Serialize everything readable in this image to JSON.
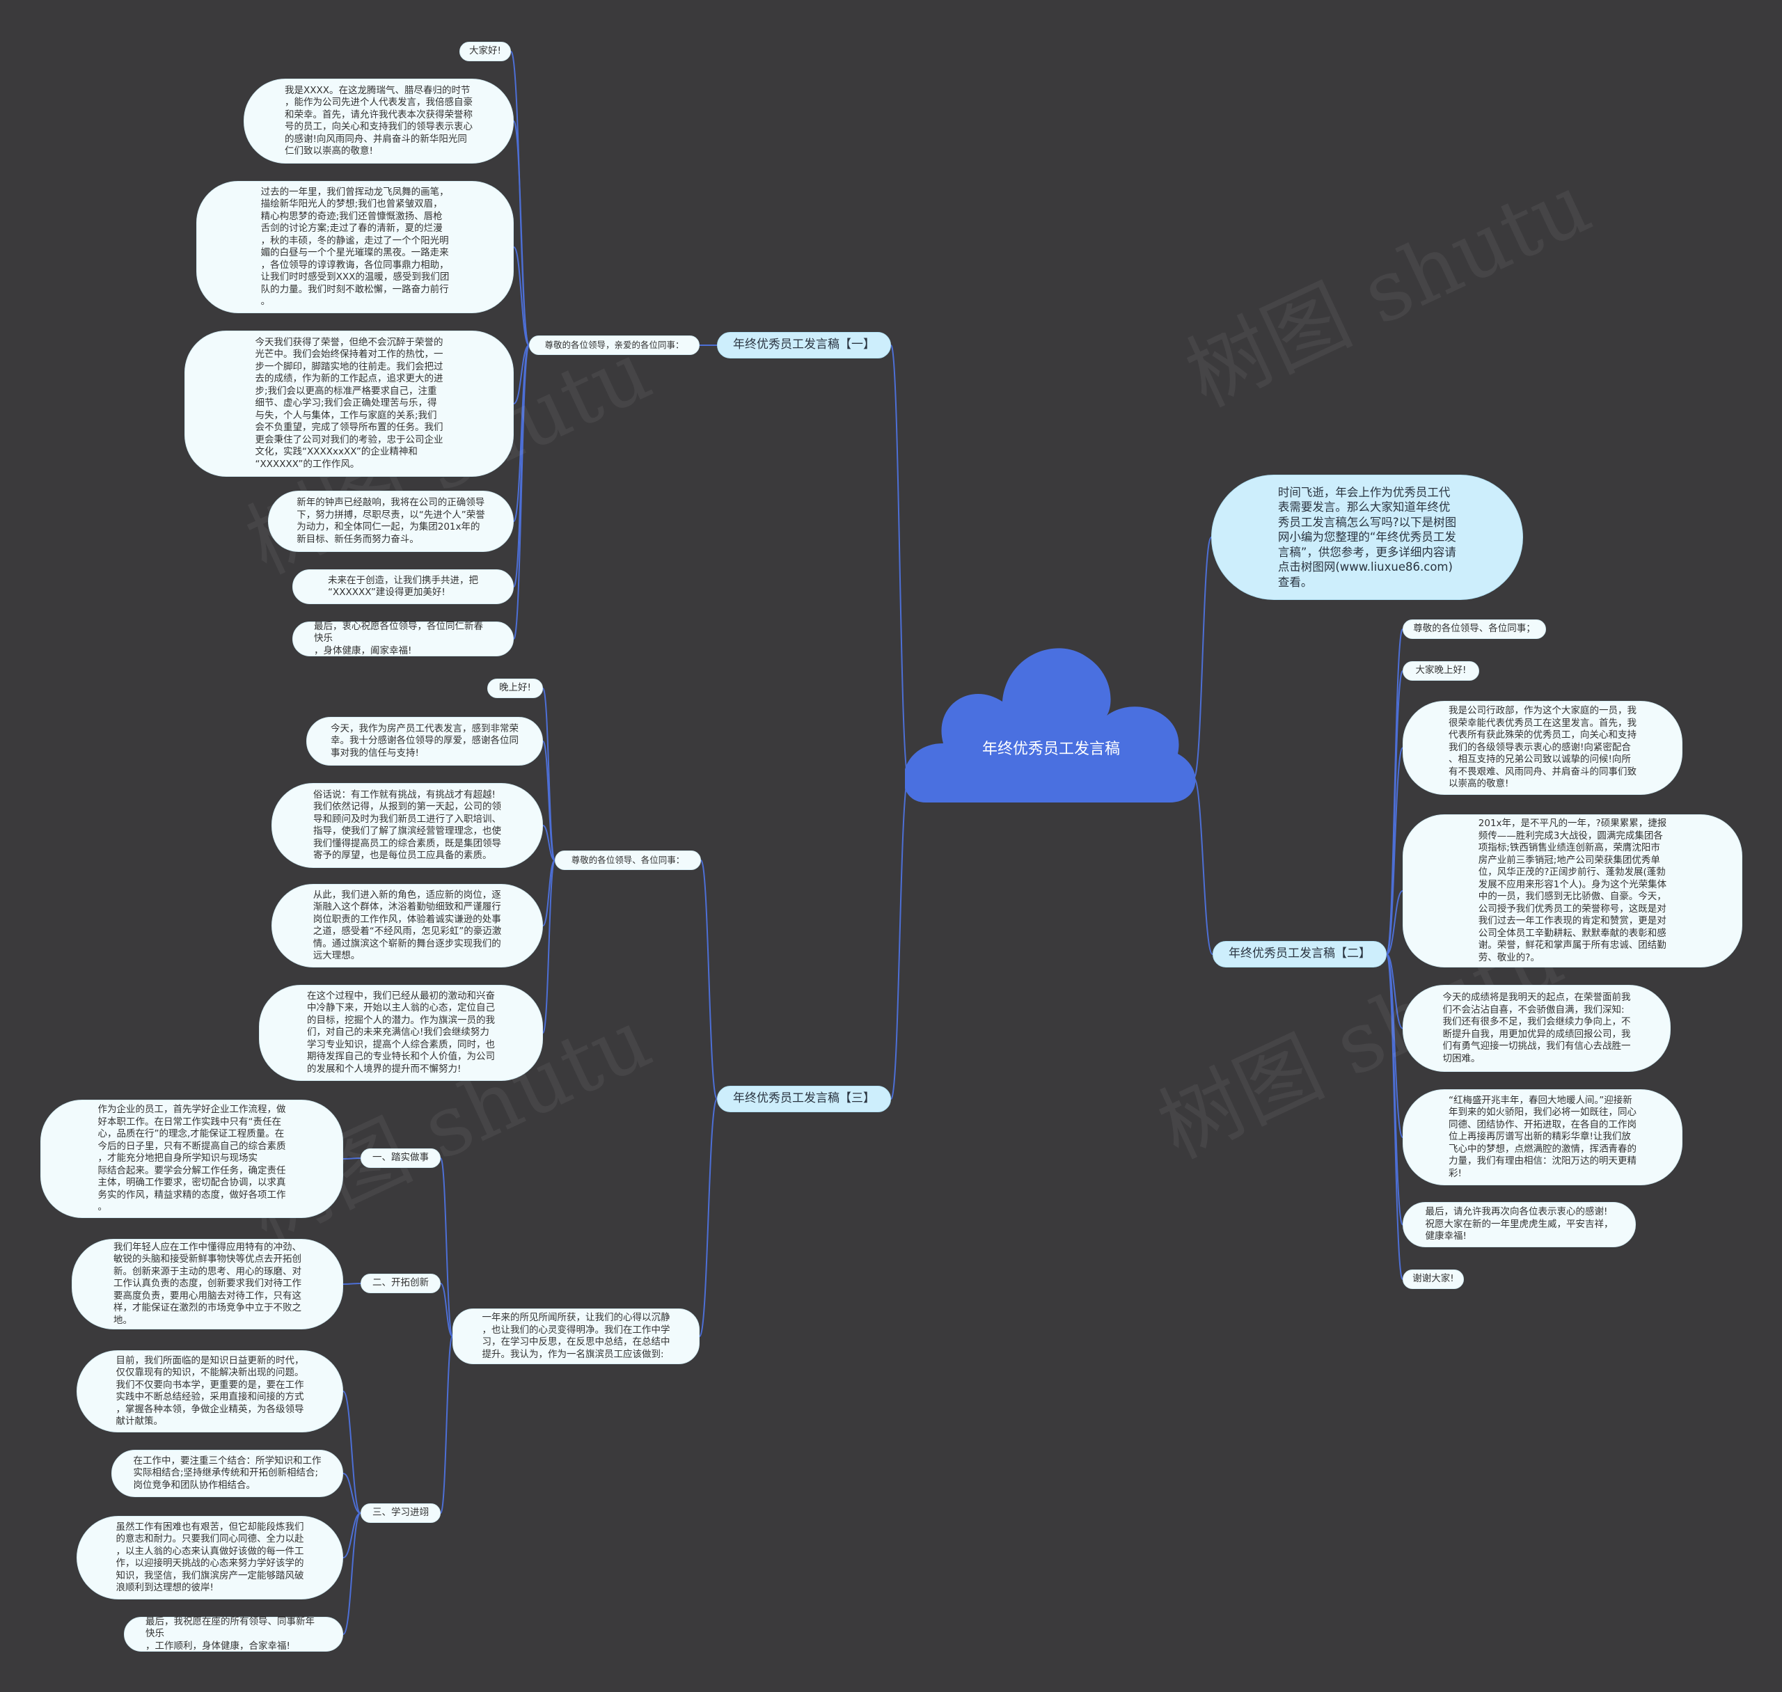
{
  "center": {
    "title": "年终优秀员工发言稿",
    "color": "#4a70e0"
  },
  "intro": "时间飞逝，年会上作为优秀员工代\n表需要发言。那么大家知道年终优\n秀员工发言稿怎么写吗?以下是树图\n网小编为您整理的“年终优秀员工发\n言稿”，供您参考，更多详细内容请\n点击树图网(www.liuxue86.com)\n查看。",
  "watermark": "树图 shutu",
  "edge_color": "#4d6fd6",
  "branch1": {
    "title": "年终优秀员工发言稿【一】",
    "sub": "尊敬的各位领导，亲爱的各位同事：",
    "leaves": [
      "大家好!",
      "我是XXXX。在这龙腾瑞气、腊尽春归的时节\n，能作为公司先进个人代表发言，我倍感自豪\n和荣幸。首先，请允许我代表本次获得荣誉称\n号的员工，向关心和支持我们的领导表示衷心\n的感谢!向风雨同舟、并肩奋斗的新华阳光同\n仁们致以崇高的敬意!",
      "过去的一年里，我们曾挥动龙飞凤舞的画笔，\n描绘新华阳光人的梦想;我们也曾紧皱双眉，\n精心构思梦的奇迹;我们还曾慷慨激扬、唇枪\n舌剑的讨论方案;走过了春的清新，夏的烂漫\n，秋的丰硕，冬的静谧，走过了一个个阳光明\n媚的白昼与一个个星光璀璨的黑夜。一路走来\n，各位领导的谆谆教诲，各位同事鼎力相助，\n让我们时时感受到XXX的温暖，感受到我们团\n队的力量。我们时刻不敢松懈，一路奋力前行\n。",
      "今天我们获得了荣誉，但绝不会沉醉于荣誉的\n光芒中。我们会始终保持着对工作的热忱，一\n步一个脚印，脚踏实地的往前走。我们会把过\n去的成绩，作为新的工作起点，追求更大的进\n步;我们会以更高的标准严格要求自己，注重\n细节、虚心学习;我们会正确处理苦与乐，得\n与失，个人与集体，工作与家庭的关系;我们\n会不负重望，完成了领导所布置的任务。我们\n更会秉住了公司对我们的考验，忠于公司企业\n文化，实践“XXXXxxXX”的企业精神和\n“XXXXXX”的工作作风。",
      "新年的钟声已经敲响，我将在公司的正确领导\n下，努力拼搏，尽职尽责，以“先进个人”荣誉\n为动力，和全体同仁一起，为集团201x年的\n新目标、新任务而努力奋斗。",
      "未来在于创造，让我们携手共进，把\n“XXXXXX”建设得更加美好!",
      "最后，衷心祝愿各位领导，各位同仁新春快乐\n，身体健康，阖家幸福!"
    ]
  },
  "branch2": {
    "title": "年终优秀员工发言稿【二】",
    "leaves": [
      "尊敬的各位领导、各位同事；",
      "大家晚上好!",
      "我是公司行政部，作为这个大家庭的一员，我\n很荣幸能代表优秀员工在这里发言。首先，我\n代表所有获此殊荣的优秀员工，向关心和支持\n我们的各级领导表示衷心的感谢!向紧密配合\n、相互支持的兄弟公司致以诚挚的问候!向所\n有不畏艰难、风雨同舟、并肩奋斗的同事们致\n以崇高的敬意!",
      "201x年，是不平凡的一年，?硕果累累，捷报\n频传——胜利完成3大战役，圆满完成集团各\n项指标;铁西销售业绩连创新高，荣膺沈阳市\n房产业前三季销冠;地产公司荣获集团优秀单\n位，风华正茂的?正阔步前行、蓬勃发展(蓬勃\n发展不应用来形容1个人)。身为这个光荣集体\n中的一员，我们感到无比骄傲、自豪。今天，\n公司授予我们优秀员工的荣誉称号，这既是对\n我们过去一年工作表现的肯定和赞赏，更是对\n公司全体员工辛勤耕耘、默默奉献的表彰和感\n谢。荣誉，鲜花和掌声属于所有忠诚、团结勤\n劳、敬业的?。",
      "今天的成绩将是我明天的起点，在荣誉面前我\n们不会沾沾自喜，不会骄傲自满，我们深知:\n我们还有很多不足，我们会继续力争向上，不\n断提升自我，用更加优异的成绩回报公司，我\n们有勇气迎接一切挑战，我们有信心去战胜一\n切困难。",
      "“红梅盛开兆丰年，春回大地暖人间。”迎接新\n年到来的如火骄阳，我们必将一如既往，同心\n同德、团结协作、开拓进取，在各自的工作岗\n位上再接再厉谱写出新的精彩华章!让我们放\n飞心中的梦想，点燃满腔的激情，挥洒青春的\n力量，我们有理由相信：沈阳万达的明天更精\n彩!",
      "最后，请允许我再次向各位表示衷心的感谢!\n祝愿大家在新的一年里虎虎生威，平安吉祥，\n健康幸福!",
      "谢谢大家!"
    ]
  },
  "branch3": {
    "title": "年终优秀员工发言稿【三】",
    "sub1": {
      "label": "尊敬的各位领导、各位同事：",
      "leaves": [
        "晚上好!",
        "今天，我作为房产员工代表发言，感到非常荣\n幸。我十分感谢各位领导的厚爱，感谢各位同\n事对我的信任与支持!",
        "俗话说：有工作就有挑战，有挑战才有超越!\n我们依然记得，从报到的第一天起，公司的领\n导和顾问及时为我们新员工进行了入职培训、\n指导，使我们了解了旗滨经营管理理念，也使\n我们懂得提高员工的综合素质，既是集团领导\n寄予的厚望，也是每位员工应具备的素质。",
        "从此，我们进入新的角色，适应新的岗位，逐\n渐融入这个群体，沐浴着勤劬细致和严谨履行\n岗位职责的工作作风，体验着诚实谦逊的处事\n之道，感受着“不经风雨，怎见彩虹”的豪迈激\n情。通过旗滨这个崭新的舞台逐步实现我们的\n远大理想。",
        "在这个过程中，我们已经从最初的激动和兴奋\n中冷静下来，开始以主人翁的心态，定位自己\n的目标，挖掘个人的潜力。作为旗滨一员的我\n们，对自己的未来充满信心!我们会继续努力\n学习专业知识，提高个人综合素质，同时，也\n期待发挥自己的专业特长和个人价值，为公司\n的发展和个人境界的提升而不懈努力!"
      ]
    },
    "sub2": {
      "label": "一年来的所见所闻所获，让我们的心得以沉静\n，也让我们的心灵变得明净。我们在工作中学\n习，在学习中反思，在反思中总结，在总结中\n提升。我认为，作为一名旗滨员工应该做到:",
      "groups": [
        {
          "label": "一、踏实做事",
          "leaves": [
            "作为企业的员工，首先学好企业工作流程，做\n好本职工作。在日常工作实践中只有“责任在\n心，品质在行”的理念,才能保证工程质量。在\n今后的日子里，只有不断提高自己的综合素质\n，才能充分地把自身所学知识与现场实\n际结合起来。要学会分解工作任务，确定责任\n主体，明确工作要求，密切配合协调，以求真\n务实的作风，精益求精的态度，做好各项工作\n。"
          ]
        },
        {
          "label": "二、开拓创新",
          "leaves": [
            "我们年轻人应在工作中懂得应用特有的冲劲、\n敏锐的头脑和接受新鲜事物快等优点去开拓创\n新。创新来源于主动的思考、用心的琢磨、对\n工作认真负责的态度，创新要求我们对待工作\n要高度负责，要用心用脑去对待工作，只有这\n样，才能保证在激烈的市场竞争中立于不败之\n地。"
          ]
        },
        {
          "label": "三、学习进翊",
          "leaves": [
            "目前，我们所面临的是知识日益更新的时代，\n仅仅靠现有的知识，不能解决新出现的问题。\n我们不仅要向书本学，更重要的是，要在工作\n实践中不断总结经验，采用直接和间接的方式\n，掌握各种本领，争做企业精英，为各级领导\n献计献策。",
            "在工作中，要注重三个结合：所学知识和工作\n实际相结合;坚持继承传统和开拓创新相结合;\n岗位竞争和团队协作相结合。",
            "虽然工作有困难也有艰苦，但它却能段炼我们\n的意志和耐力。只要我们同心同德、全力以赴\n，以主人翁的心态来认真做好该做的每一件工\n作，以迎接明天挑战的心态来努力学好该学的\n知识，我坚信，我们旗滨房产一定能够踏风破\n浪顺利到达理想的彼岸!",
            "最后，我祝愿在座的所有领导、同事新年快乐\n，工作顺利，身体健康，合家幸福!"
          ]
        }
      ]
    }
  }
}
